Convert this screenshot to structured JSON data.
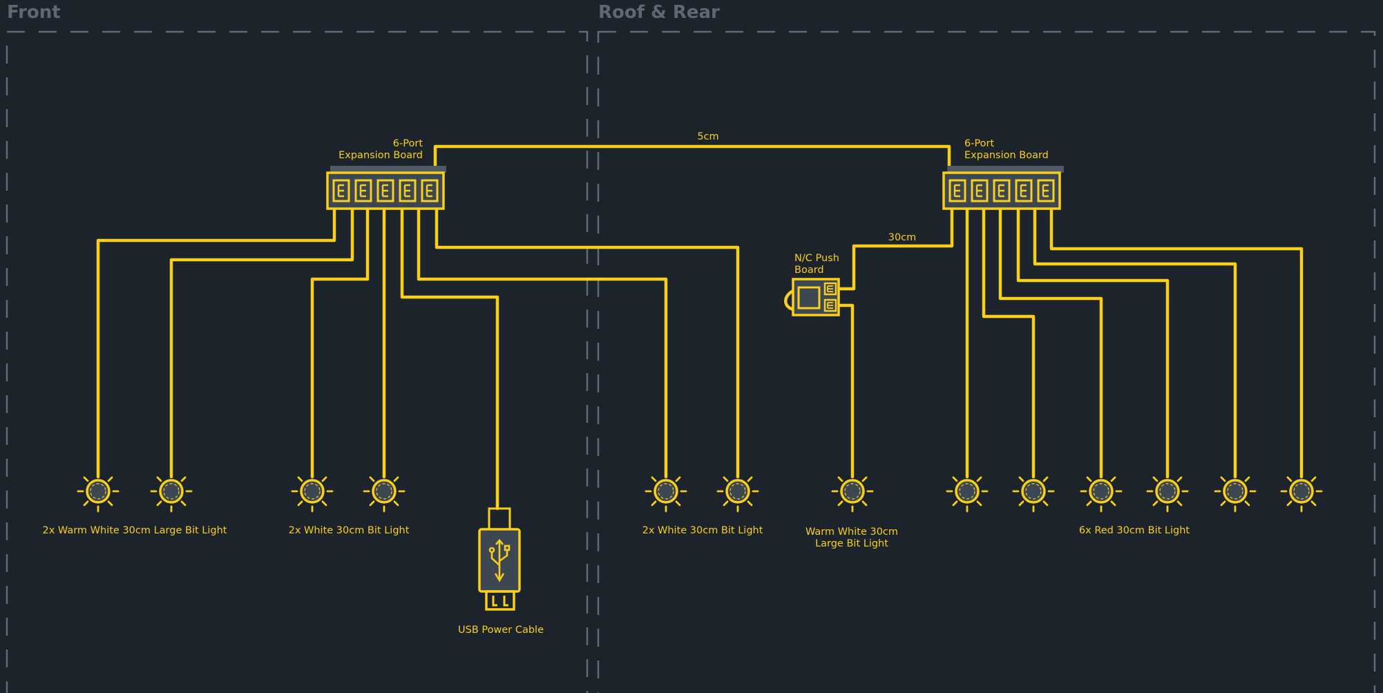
{
  "colors": {
    "background": "#1c232b",
    "accent": "#f9cf1e",
    "zone_border": "#5f6b76",
    "zone_title": "#5d6873",
    "component_fill": "#3d4751"
  },
  "zones": {
    "front": {
      "title": "Front"
    },
    "rear": {
      "title": "Roof & Rear"
    }
  },
  "boards": {
    "front_board": {
      "label_line1": "6-Port",
      "label_line2": "Expansion Board",
      "icon": "expansion-board-icon"
    },
    "rear_board": {
      "label_line1": "6-Port",
      "label_line2": "Expansion Board",
      "icon": "expansion-board-icon"
    },
    "push_board": {
      "label_line1": "N/C Push",
      "label_line2": "Board",
      "icon": "push-button-board-icon"
    }
  },
  "cables": {
    "link_top": {
      "label": "5cm"
    },
    "link_push": {
      "label": "30cm"
    }
  },
  "groups": {
    "front_warm": {
      "label": "2x Warm White 30cm Large Bit Light",
      "icon": "bulb-icon"
    },
    "front_white": {
      "label": "2x White 30cm Bit Light",
      "icon": "bulb-icon"
    },
    "usb": {
      "label": "USB Power Cable",
      "icon": "usb-plug-icon"
    },
    "rear_white": {
      "label": "2x White 30cm Bit Light",
      "icon": "bulb-icon"
    },
    "rear_warm": {
      "line1": "Warm White 30cm",
      "line2": "Large Bit Light",
      "icon": "bulb-icon"
    },
    "rear_red": {
      "label": "6x Red 30cm Bit Light",
      "icon": "bulb-icon"
    }
  }
}
